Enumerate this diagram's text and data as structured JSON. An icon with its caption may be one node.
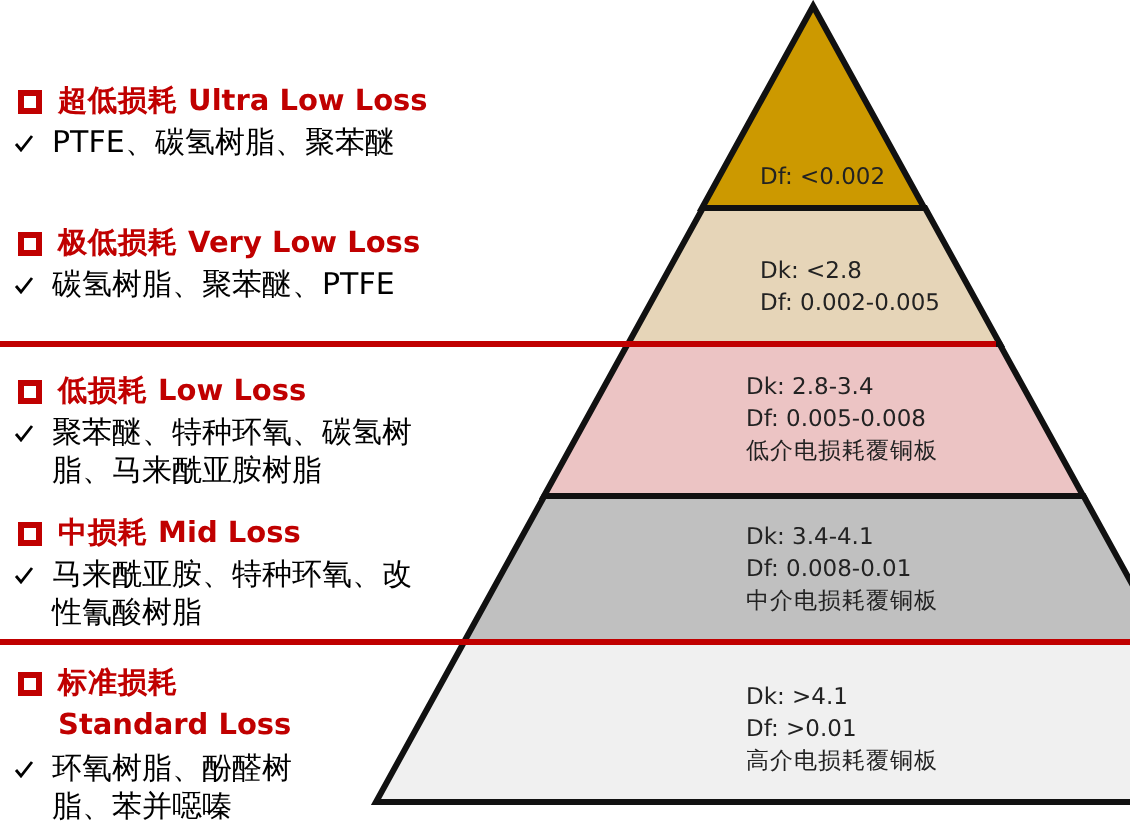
{
  "diagram": {
    "nodes": [
      {
        "text": [
          "Df: <0.002"
        ]
      },
      {
        "text": [
          "Dk: <2.8",
          "Df: 0.002-0.005"
        ]
      },
      {
        "text": [
          "Dk: 2.8-3.4",
          "Df: 0.005-0.008",
          "低介电损耗覆铜板"
        ]
      },
      {
        "text": [
          "Dk: 3.4-4.1",
          "Df: 0.008-0.01",
          "中介电损耗覆铜板"
        ]
      },
      {
        "text": [
          "Dk: >4.1",
          "Df: >0.01",
          "高介电损耗覆铜板"
        ]
      }
    ],
    "labels": [
      "超低损耗 Ultra Low Loss",
      "PTFE、碳氢树脂、聚苯醚",
      "极低损耗 Very Low Loss",
      "碳氢树脂、聚苯醚、PTFE",
      "低损耗 Low Loss",
      "聚苯醚、特种环氧、碳氢树脂、马来酰亚胺树脂",
      "中损耗 Mid Loss",
      "马来酰亚胺、特种环氧、改性氰酸树脂",
      "标准损耗 Standard Loss",
      "环氧树脂、酚醛树脂、苯并噁嗪"
    ]
  }
}
